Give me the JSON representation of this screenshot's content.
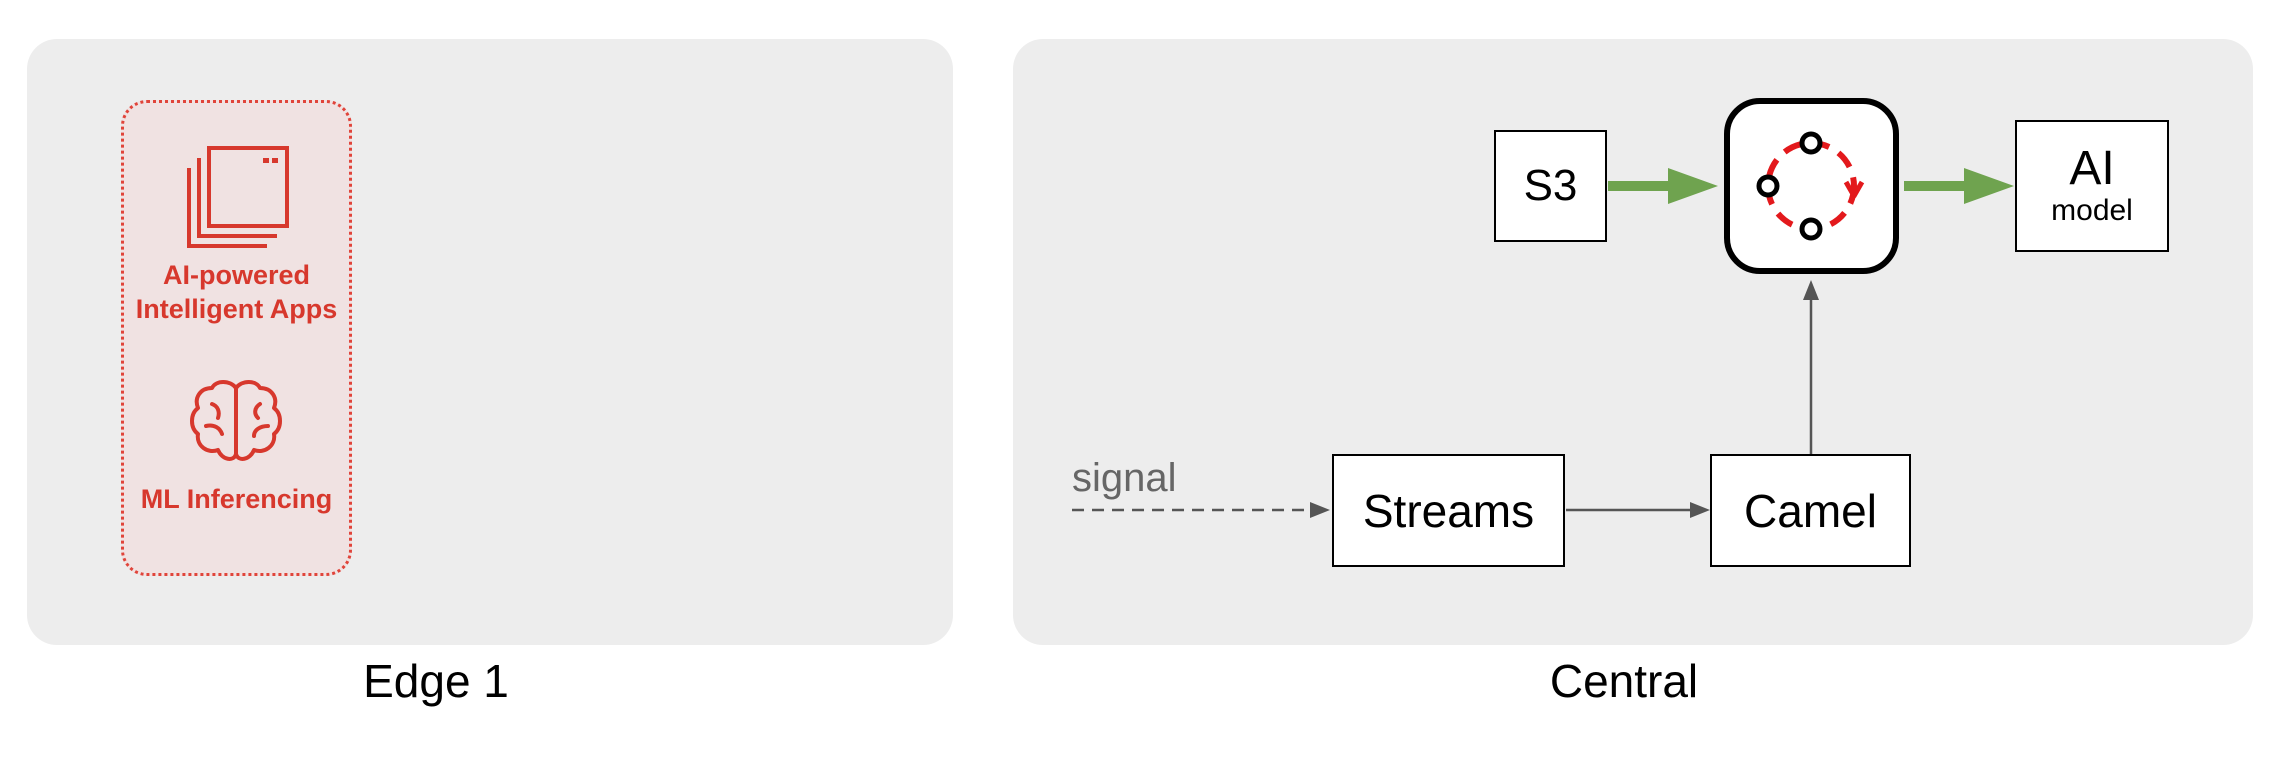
{
  "edge": {
    "caption": "Edge 1",
    "apps_label": "AI-powered Intelligent Apps",
    "ml_label": "ML Inferencing"
  },
  "central": {
    "caption": "Central",
    "s3_label": "S3",
    "ai_label": "AI",
    "ai_sublabel": "model",
    "streams_label": "Streams",
    "camel_label": "Camel",
    "signal_label": "signal"
  },
  "colors": {
    "panel": "#ededed",
    "accent_red": "#d7382d",
    "flow_green": "#6fa34f",
    "arrow_gray": "#555555"
  },
  "icons": [
    "stacked-windows-icon",
    "brain-icon",
    "cycle-icon"
  ]
}
